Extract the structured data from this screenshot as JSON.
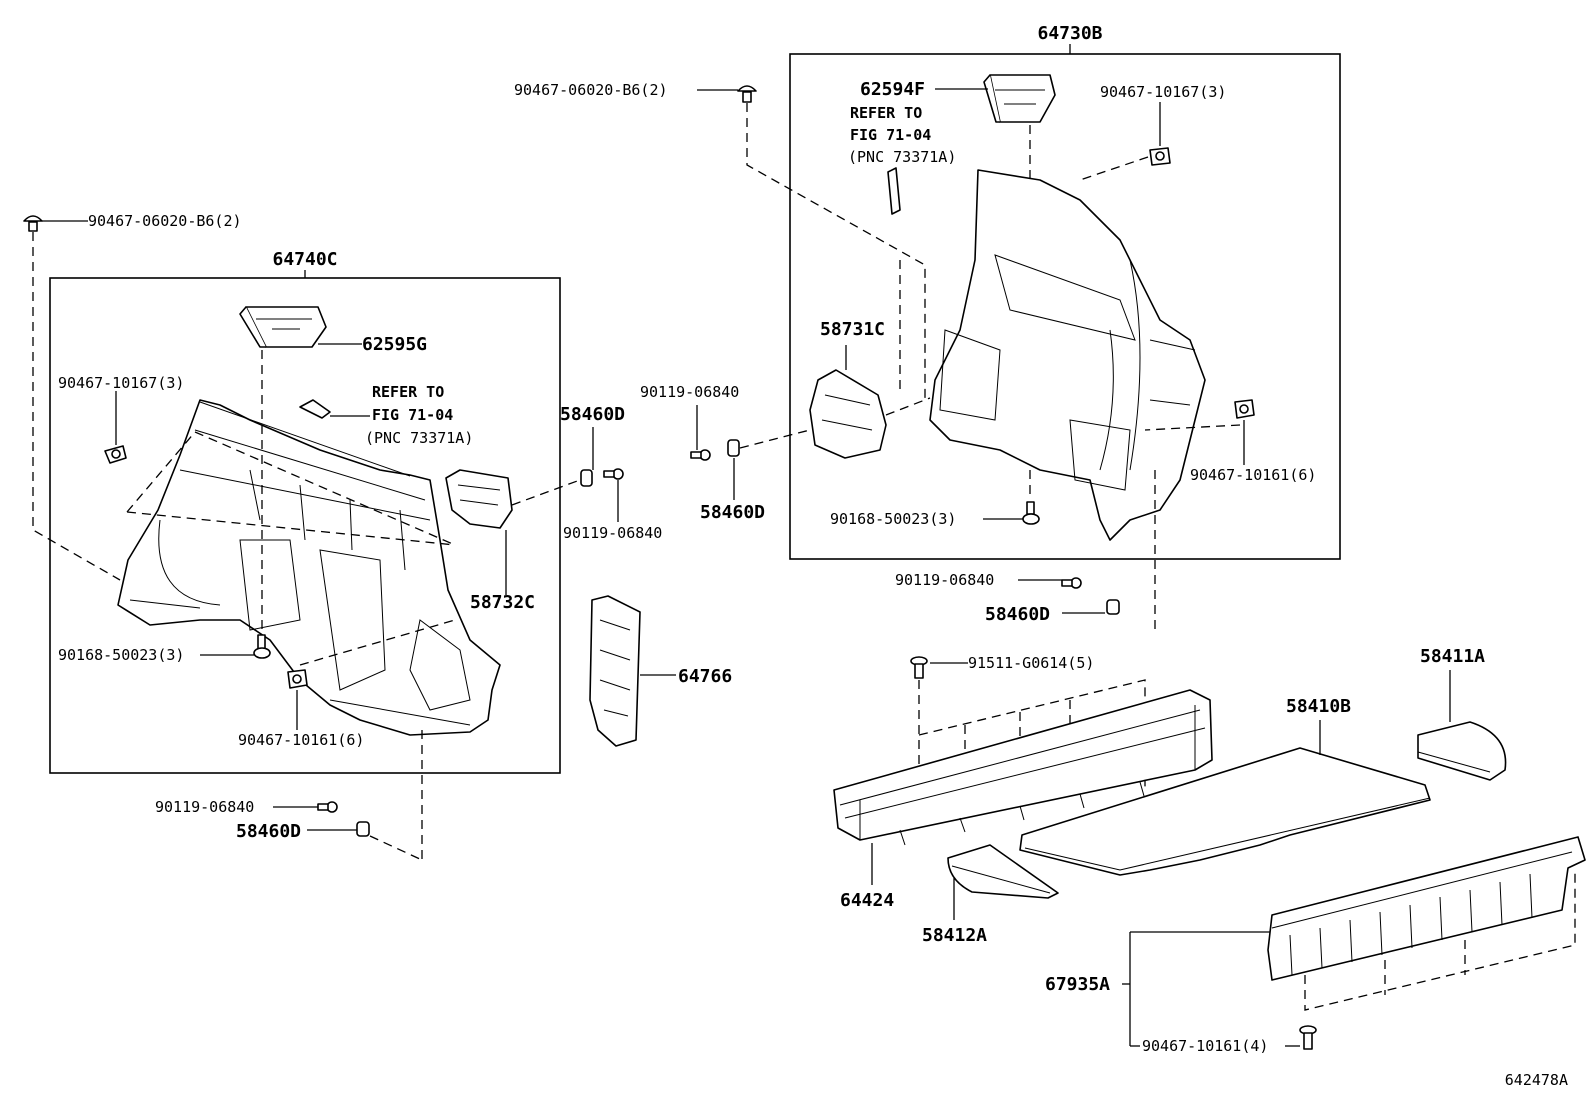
{
  "figure_code": "642478A",
  "assemblies": [
    {
      "id": "left",
      "label": "64740C"
    },
    {
      "id": "right",
      "label": "64730B"
    }
  ],
  "labels": {
    "l_clip_top": "90467-06020-B6(2)",
    "l_box_part": "62595G",
    "l_clip_a": "90467-10167(3)",
    "l_ref_1": "REFER TO",
    "l_ref_2": "FIG 71-04",
    "l_ref_3": "(PNC 73371A)",
    "l_nut_a": "58460D",
    "l_bolt_a": "90119-06840",
    "l_bracket": "58732C",
    "l_screw": "90168-50023(3)",
    "l_clip_b": "90467-10161(6)",
    "l_panel": "64766",
    "l_bolt_b": "90119-06840",
    "l_nut_b": "58460D",
    "c_clip_top": "90467-06020-B6(2)",
    "c_bolt": "90119-06840",
    "c_nut": "58460D",
    "r_box_part": "62594F",
    "r_ref_1": "REFER TO",
    "r_ref_2": "FIG 71-04",
    "r_ref_3": "(PNC 73371A)",
    "r_clip_a": "90467-10167(3)",
    "r_cover": "58731C",
    "r_clip_b": "90467-10161(6)",
    "r_screw": "90168-50023(3)",
    "r_bolt": "90119-06840",
    "r_nut": "58460D",
    "b_screw": "91511-G0614(5)",
    "b_cover_a": "58411A",
    "b_board": "58410B",
    "b_rail": "64424",
    "b_cover_b": "58412A",
    "b_scuff": "67935A",
    "b_clip": "90467-10161(4)"
  }
}
